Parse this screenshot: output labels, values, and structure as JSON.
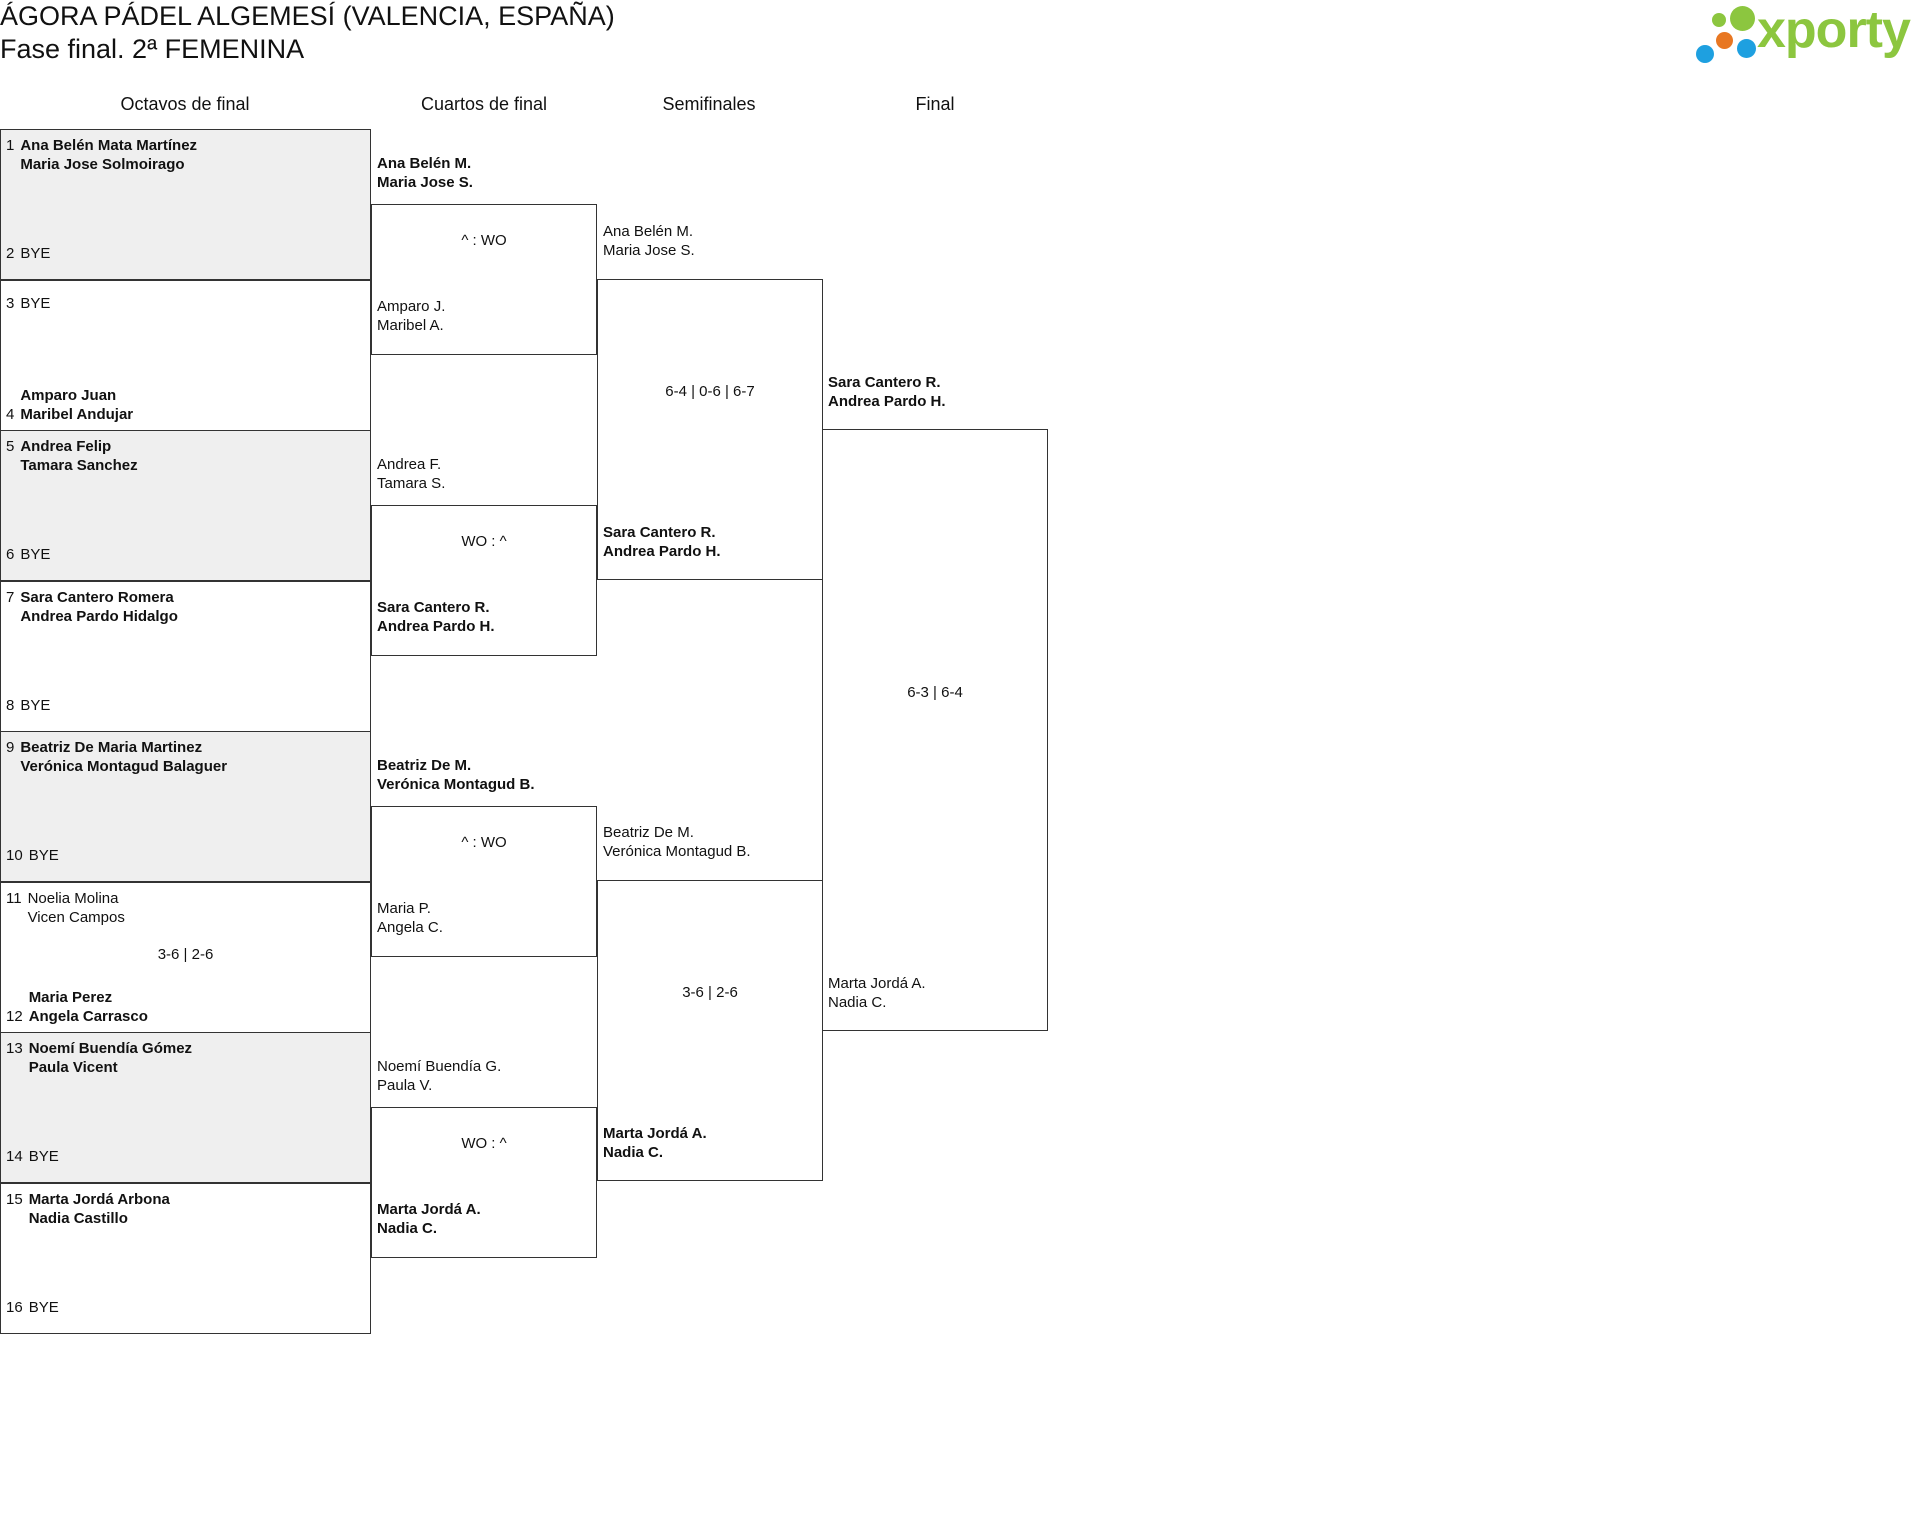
{
  "header": {
    "title": "ÁGORA PÁDEL ALGEMESÍ (VALENCIA, ESPAÑA)",
    "subtitle": "Fase final. 2ª FEMENINA",
    "logo_text": "xporty",
    "logo_colors": [
      "#8cc63f",
      "#e87722",
      "#1ea0e0"
    ]
  },
  "rounds": [
    "Octavos de final",
    "Cuartos de final",
    "Semifinales",
    "Final"
  ],
  "octavos": {
    "boxes": [
      {
        "top_seed": "1",
        "top": "Ana Belén Mata Martínez\nMaria Jose Solmoirago",
        "bottom_seed": "2",
        "bottom": "BYE",
        "score": ""
      },
      {
        "top_seed": "3",
        "top": "BYE",
        "bottom_seed": "4",
        "bottom": "Amparo Juan\nMaribel Andujar",
        "score": ""
      },
      {
        "top_seed": "5",
        "top": "Andrea Felip\nTamara Sanchez",
        "bottom_seed": "6",
        "bottom": "BYE",
        "score": ""
      },
      {
        "top_seed": "7",
        "top": "Sara Cantero Romera\nAndrea Pardo Hidalgo",
        "bottom_seed": "8",
        "bottom": "BYE",
        "score": ""
      },
      {
        "top_seed": "9",
        "top": "Beatriz De Maria Martinez\nVerónica Montagud Balaguer",
        "bottom_seed": "10",
        "bottom": "BYE",
        "score": ""
      },
      {
        "top_seed": "11",
        "top": "Noelia Molina\nVicen Campos",
        "bottom_seed": "12",
        "bottom": "Maria Perez\nAngela Carrasco",
        "score": "3-6 | 2-6"
      },
      {
        "top_seed": "13",
        "top": "Noemí Buendía Gómez\nPaula Vicent",
        "bottom_seed": "14",
        "bottom": "BYE",
        "score": ""
      },
      {
        "top_seed": "15",
        "top": "Marta Jordá Arbona\nNadia Castillo",
        "bottom_seed": "16",
        "bottom": "BYE",
        "score": ""
      }
    ]
  },
  "cuartos": {
    "entries": [
      "Ana Belén M.\nMaria Jose S.",
      "Amparo J.\nMaribel A.",
      "Andrea F.\nTamara S.",
      "Sara Cantero R.\nAndrea Pardo H.",
      "Beatriz De M.\nVerónica Montagud B.",
      "Maria P.\nAngela C.",
      "Noemí Buendía G.\nPaula V.",
      "Marta Jordá A.\nNadia C."
    ],
    "scores": [
      "^ : WO",
      "WO : ^",
      "^ : WO",
      "WO : ^"
    ]
  },
  "semis": {
    "entries": [
      "Ana Belén M.\nMaria Jose S.",
      "Sara Cantero R.\nAndrea Pardo H.",
      "Beatriz De M.\nVerónica Montagud B.",
      "Marta Jordá A.\nNadia C."
    ],
    "scores": [
      "6-4 | 0-6 | 6-7",
      "3-6 | 2-6"
    ]
  },
  "final": {
    "entries": [
      "Sara Cantero R.\nAndrea Pardo H.",
      "Marta Jordá A.\nNadia C."
    ],
    "score": "6-3 | 6-4"
  }
}
